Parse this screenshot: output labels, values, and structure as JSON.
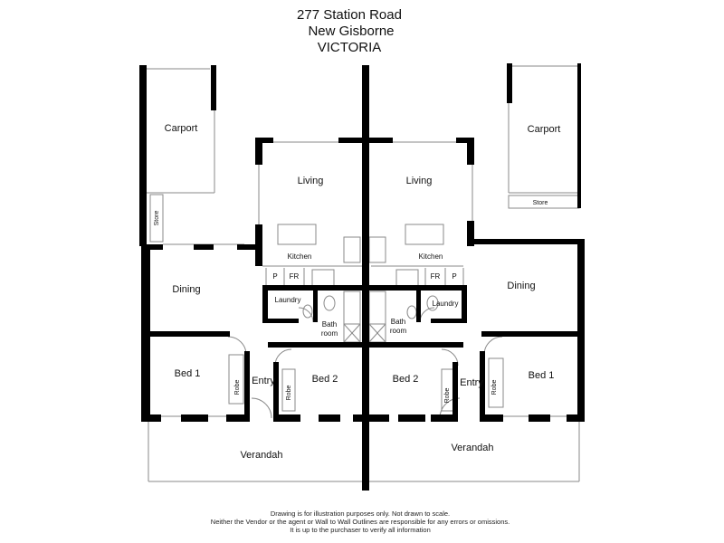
{
  "header": {
    "line1": "277 Station Road",
    "line2": "New Gisborne",
    "line3": "VICTORIA"
  },
  "rooms": {
    "left": {
      "carport": "Carport",
      "store": "Store",
      "living": "Living",
      "kitchen": "Kitchen",
      "pantry": "P",
      "fridge": "FR",
      "dining": "Dining",
      "laundry": "Laundry",
      "bathroom_1": "Bath",
      "bathroom_2": "room",
      "bed1": "Bed 1",
      "robe1": "Robe",
      "entry": "Entry",
      "bed2": "Bed 2",
      "robe2": "Robe",
      "verandah": "Verandah"
    },
    "right": {
      "carport": "Carport",
      "store": "Store",
      "living": "Living",
      "kitchen": "Kitchen",
      "pantry": "P",
      "fridge": "FR",
      "dining": "Dining",
      "laundry": "Laundry",
      "bathroom_1": "Bath",
      "bathroom_2": "room",
      "bed1": "Bed 1",
      "robe1": "Robe",
      "entry": "Entry",
      "bed2": "Bed 2",
      "robe2": "Robe",
      "verandah": "Verandah"
    }
  },
  "disclaimer": {
    "line1": "Drawing is for illustration purposes only. Not drawn to scale.",
    "line2": "Neither the Vendor or the agent or Wall to Wall Outlines are responsible for any errors or omissions.",
    "line3": "It is up to the purchaser to verify all information"
  },
  "colors": {
    "wall": "#000000",
    "line": "#8a8a8a",
    "background": "#ffffff"
  }
}
